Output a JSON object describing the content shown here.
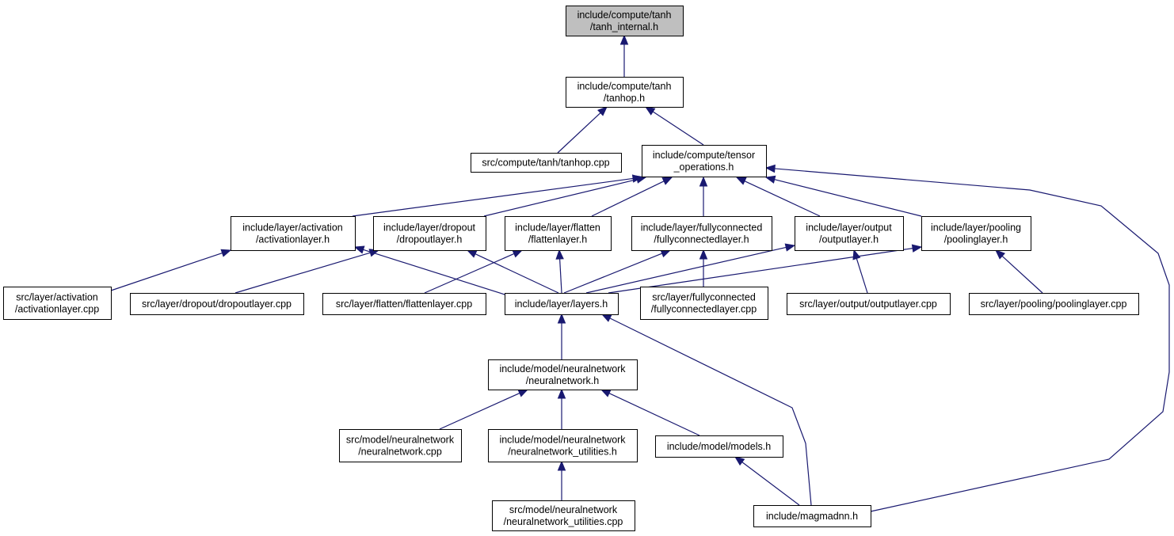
{
  "graph": {
    "nodes": [
      {
        "id": "tanh_internal",
        "lines": [
          "include/compute/tanh",
          "/tanh_internal.h"
        ],
        "root": true
      },
      {
        "id": "tanhop_h",
        "lines": [
          "include/compute/tanh",
          "/tanhop.h"
        ]
      },
      {
        "id": "tanhop_cpp",
        "lines": [
          "src/compute/tanh/tanhop.cpp"
        ]
      },
      {
        "id": "tensor_ops",
        "lines": [
          "include/compute/tensor",
          "_operations.h"
        ]
      },
      {
        "id": "activation_h",
        "lines": [
          "include/layer/activation",
          "/activationlayer.h"
        ]
      },
      {
        "id": "dropout_h",
        "lines": [
          "include/layer/dropout",
          "/dropoutlayer.h"
        ]
      },
      {
        "id": "flatten_h",
        "lines": [
          "include/layer/flatten",
          "/flattenlayer.h"
        ]
      },
      {
        "id": "fc_h",
        "lines": [
          "include/layer/fullyconnected",
          "/fullyconnectedlayer.h"
        ]
      },
      {
        "id": "output_h",
        "lines": [
          "include/layer/output",
          "/outputlayer.h"
        ]
      },
      {
        "id": "pooling_h",
        "lines": [
          "include/layer/pooling",
          "/poolinglayer.h"
        ]
      },
      {
        "id": "activation_cpp",
        "lines": [
          "src/layer/activation",
          "/activationlayer.cpp"
        ]
      },
      {
        "id": "dropout_cpp",
        "lines": [
          "src/layer/dropout/dropoutlayer.cpp"
        ]
      },
      {
        "id": "flatten_cpp",
        "lines": [
          "src/layer/flatten/flattenlayer.cpp"
        ]
      },
      {
        "id": "layers_h",
        "lines": [
          "include/layer/layers.h"
        ]
      },
      {
        "id": "fc_cpp",
        "lines": [
          "src/layer/fullyconnected",
          "/fullyconnectedlayer.cpp"
        ]
      },
      {
        "id": "output_cpp",
        "lines": [
          "src/layer/output/outputlayer.cpp"
        ]
      },
      {
        "id": "pooling_cpp",
        "lines": [
          "src/layer/pooling/poolinglayer.cpp"
        ]
      },
      {
        "id": "nn_h",
        "lines": [
          "include/model/neuralnetwork",
          "/neuralnetwork.h"
        ]
      },
      {
        "id": "nn_cpp",
        "lines": [
          "src/model/neuralnetwork",
          "/neuralnetwork.cpp"
        ]
      },
      {
        "id": "nn_util_h",
        "lines": [
          "include/model/neuralnetwork",
          "/neuralnetwork_utilities.h"
        ]
      },
      {
        "id": "models_h",
        "lines": [
          "include/model/models.h"
        ]
      },
      {
        "id": "nn_util_cpp",
        "lines": [
          "src/model/neuralnetwork",
          "/neuralnetwork_utilities.cpp"
        ]
      },
      {
        "id": "magmadnn_h",
        "lines": [
          "include/magmadnn.h"
        ]
      }
    ],
    "edges": [
      {
        "from": "tanhop_h",
        "to": "tanh_internal"
      },
      {
        "from": "tanhop_cpp",
        "to": "tanhop_h"
      },
      {
        "from": "tensor_ops",
        "to": "tanhop_h"
      },
      {
        "from": "activation_h",
        "to": "tensor_ops"
      },
      {
        "from": "dropout_h",
        "to": "tensor_ops"
      },
      {
        "from": "flatten_h",
        "to": "tensor_ops"
      },
      {
        "from": "fc_h",
        "to": "tensor_ops"
      },
      {
        "from": "output_h",
        "to": "tensor_ops"
      },
      {
        "from": "pooling_h",
        "to": "tensor_ops"
      },
      {
        "from": "magmadnn_h",
        "to": "tensor_ops"
      },
      {
        "from": "activation_cpp",
        "to": "activation_h"
      },
      {
        "from": "layers_h",
        "to": "activation_h"
      },
      {
        "from": "dropout_cpp",
        "to": "dropout_h"
      },
      {
        "from": "layers_h",
        "to": "dropout_h"
      },
      {
        "from": "flatten_cpp",
        "to": "flatten_h"
      },
      {
        "from": "layers_h",
        "to": "flatten_h"
      },
      {
        "from": "layers_h",
        "to": "fc_h"
      },
      {
        "from": "fc_cpp",
        "to": "fc_h"
      },
      {
        "from": "layers_h",
        "to": "output_h"
      },
      {
        "from": "output_cpp",
        "to": "output_h"
      },
      {
        "from": "layers_h",
        "to": "pooling_h"
      },
      {
        "from": "pooling_cpp",
        "to": "pooling_h"
      },
      {
        "from": "nn_h",
        "to": "layers_h"
      },
      {
        "from": "magmadnn_h",
        "to": "layers_h"
      },
      {
        "from": "nn_cpp",
        "to": "nn_h"
      },
      {
        "from": "nn_util_h",
        "to": "nn_h"
      },
      {
        "from": "models_h",
        "to": "nn_h"
      },
      {
        "from": "nn_util_cpp",
        "to": "nn_util_h"
      },
      {
        "from": "magmadnn_h",
        "to": "models_h"
      }
    ]
  }
}
